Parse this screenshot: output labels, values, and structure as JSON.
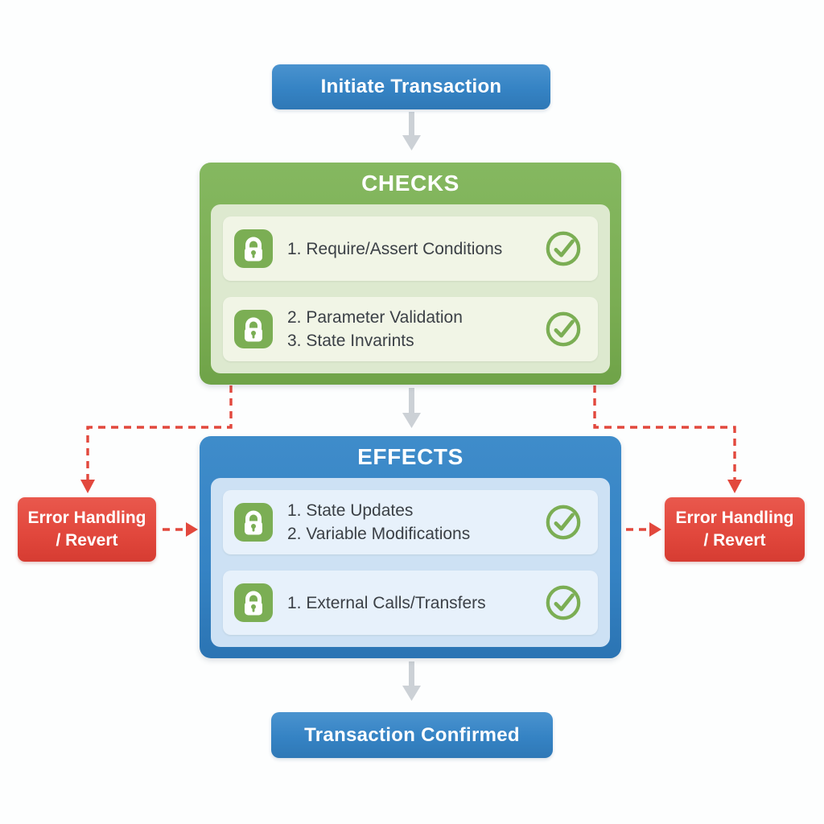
{
  "colors": {
    "blue": "#3583c4",
    "green": "#7bae54",
    "greenPanel": "#dde9cf",
    "greenRow": "#f1f5e6",
    "bluePanel": "#cde1f4",
    "blueRow": "#e7f1fb",
    "red": "#e2483d",
    "arrowGray": "#ccd1d6",
    "textDark": "#3b4046"
  },
  "icons": {
    "lock": "lock-icon",
    "status": "check-circle-icon",
    "flow_arrow": "arrow-down-icon",
    "error_arrow": "dashed-arrow-icon"
  },
  "flow": {
    "start": {
      "label": "Initiate Transaction"
    },
    "checks": {
      "header": "CHECKS",
      "rows": [
        {
          "icon": "lock-icon",
          "status_icon": "check-circle-icon",
          "lines": [
            "1. Require/Assert Conditions"
          ]
        },
        {
          "icon": "lock-icon",
          "status_icon": "check-circle-icon",
          "lines": [
            "2. Parameter Validation",
            "3. State Invarints"
          ]
        }
      ]
    },
    "effects": {
      "header": "EFFECTS",
      "rows": [
        {
          "icon": "lock-icon",
          "status_icon": "check-circle-icon",
          "lines": [
            "1. State Updates",
            "2. Variable Modifications"
          ]
        },
        {
          "icon": "lock-icon",
          "status_icon": "check-circle-icon",
          "lines": [
            "1. External Calls/Transfers"
          ]
        }
      ]
    },
    "error_left": {
      "lines": [
        "Error Handling",
        "/ Revert"
      ]
    },
    "error_right": {
      "lines": [
        "Error Handling",
        "/ Revert"
      ]
    },
    "end": {
      "label": "Transaction Confirmed"
    }
  }
}
